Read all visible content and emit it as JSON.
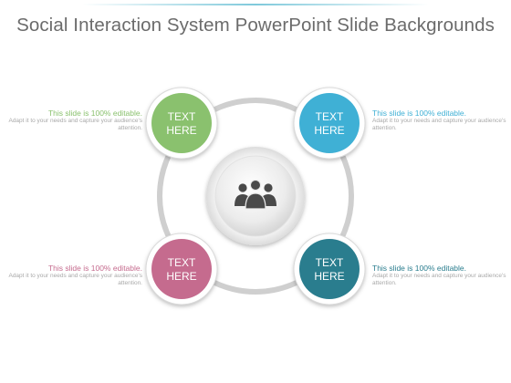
{
  "slide": {
    "title": "Social Interaction System PowerPoint Slide Backgrounds"
  },
  "center": {
    "icon": "team-people-icon"
  },
  "nodes": [
    {
      "id": "top-left",
      "line1": "TEXT",
      "line2": "HERE",
      "color": "#8ac16e"
    },
    {
      "id": "top-right",
      "line1": "TEXT",
      "line2": "HERE",
      "color": "#3fb0d5"
    },
    {
      "id": "bottom-left",
      "line1": "TEXT",
      "line2": "HERE",
      "color": "#c56b8e"
    },
    {
      "id": "bottom-right",
      "line1": "TEXT",
      "line2": "HERE",
      "color": "#2a7d8e"
    }
  ],
  "callouts": [
    {
      "id": "top-left",
      "heading": "This slide is 100% editable.",
      "body": "Adapt it to your needs and capture your audience's attention.",
      "color": "#8ac16e"
    },
    {
      "id": "top-right",
      "heading": "This slide is 100% editable.",
      "body": "Adapt it to your needs and capture your audience's attention.",
      "color": "#3fb0d5"
    },
    {
      "id": "bottom-left",
      "heading": "This slide is 100% editable.",
      "body": "Adapt it to your needs and capture your audience's attention.",
      "color": "#c56b8e"
    },
    {
      "id": "bottom-right",
      "heading": "This slide is 100% editable.",
      "body": "Adapt it to your needs and capture your audience's attention.",
      "color": "#2a7d8e"
    }
  ]
}
